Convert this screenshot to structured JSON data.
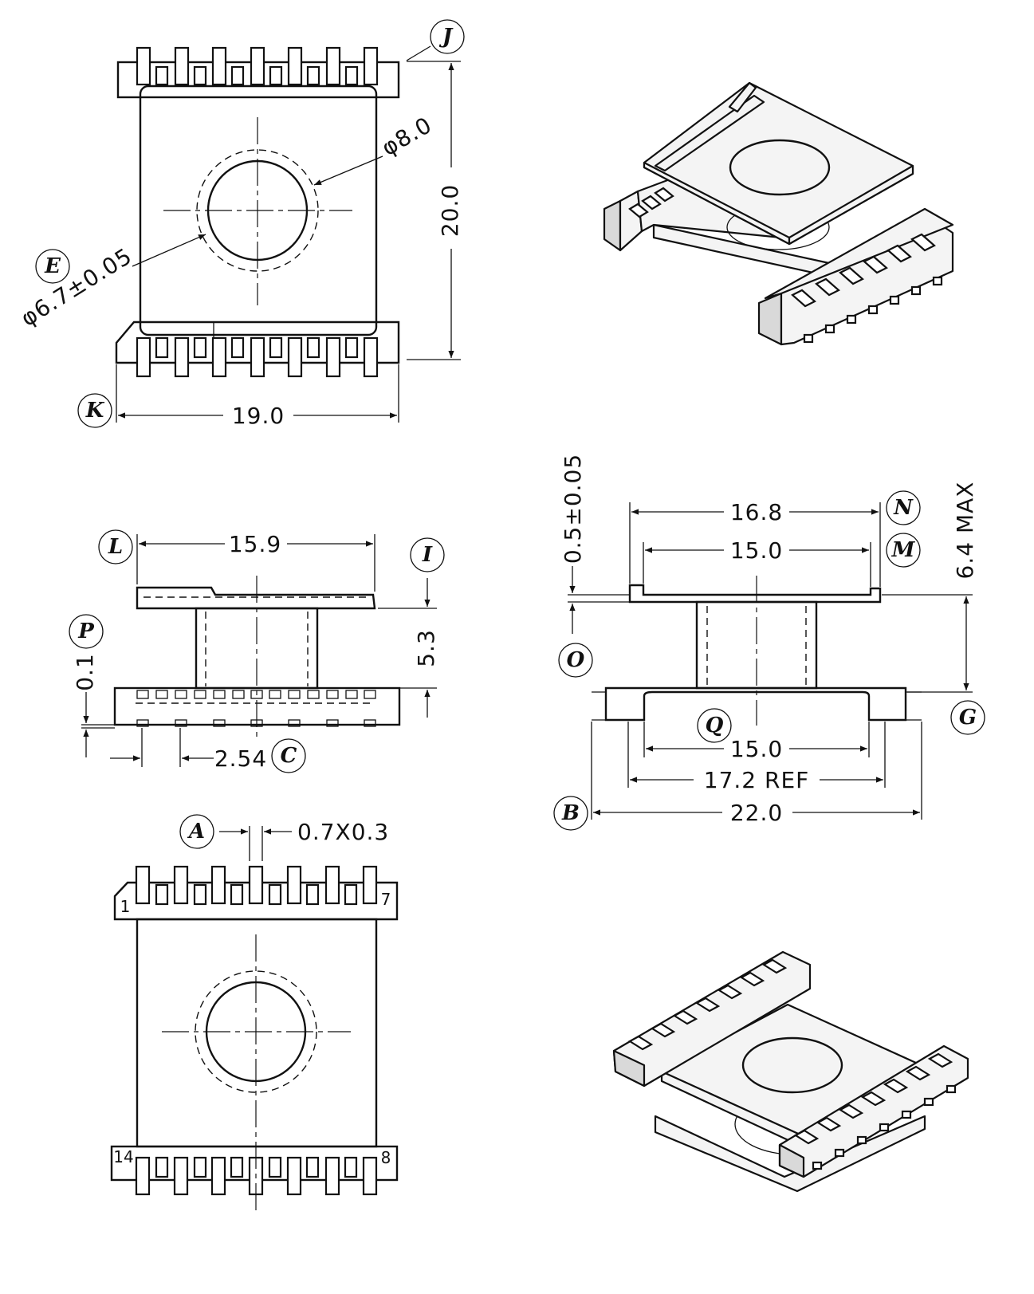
{
  "dimensions": {
    "top_height": "20.0",
    "top_width": "19.0",
    "hole_outer": "φ8.0",
    "hole_inner": "φ6.7±0.05",
    "side_top_width": "15.9",
    "side_height": "5.3",
    "standoff": "0.1",
    "pin_pitch": "2.54",
    "flange_outer": "16.8",
    "flange_inner": "15.0",
    "flange_thickness": "0.5±0.05",
    "max_height": "6.4 MAX",
    "base_inner": "15.0",
    "base_ref": "17.2 REF",
    "overall_width": "22.0",
    "pin_section": "0.7X0.3"
  },
  "balloons": [
    "J",
    "E",
    "K",
    "L",
    "I",
    "P",
    "C",
    "N",
    "M",
    "O",
    "Q",
    "G",
    "B",
    "A"
  ],
  "pin_numbers": [
    "1",
    "7",
    "14",
    "8"
  ]
}
